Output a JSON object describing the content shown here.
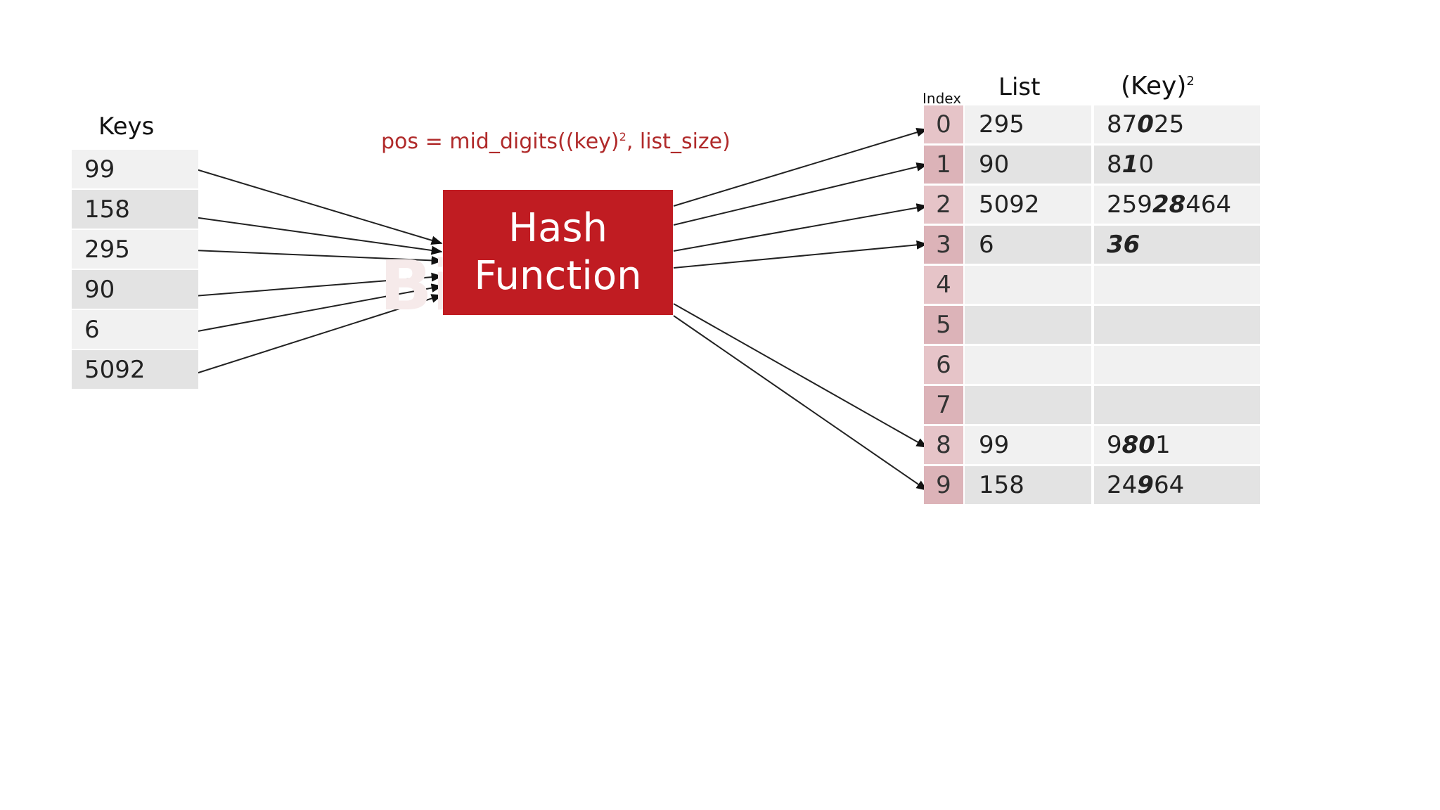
{
  "keys": {
    "heading": "Keys",
    "items": [
      "99",
      "158",
      "295",
      "90",
      "6",
      "5092"
    ]
  },
  "formula": {
    "prefix": "pos = mid_digits((key)",
    "exp": "2",
    "suffix": ", list_size)"
  },
  "hash_function": {
    "line1": "Hash",
    "line2": "Function"
  },
  "watermark": "BitHub",
  "table": {
    "index_header": "Index",
    "list_header": "List",
    "square_header": "(Key)",
    "square_header_exp": "2",
    "rows": [
      {
        "index": "0",
        "key": "295",
        "sq_pre": "87",
        "sq_mid": "0",
        "sq_post": "25"
      },
      {
        "index": "1",
        "key": "90",
        "sq_pre": "8",
        "sq_mid": "1",
        "sq_post": "0"
      },
      {
        "index": "2",
        "key": "5092",
        "sq_pre": "259",
        "sq_mid": "28",
        "sq_post": "464"
      },
      {
        "index": "3",
        "key": "6",
        "sq_pre": "",
        "sq_mid": "36",
        "sq_post": ""
      },
      {
        "index": "4",
        "key": "",
        "sq_pre": "",
        "sq_mid": "",
        "sq_post": ""
      },
      {
        "index": "5",
        "key": "",
        "sq_pre": "",
        "sq_mid": "",
        "sq_post": ""
      },
      {
        "index": "6",
        "key": "",
        "sq_pre": "",
        "sq_mid": "",
        "sq_post": ""
      },
      {
        "index": "7",
        "key": "",
        "sq_pre": "",
        "sq_mid": "",
        "sq_post": ""
      },
      {
        "index": "8",
        "key": "99",
        "sq_pre": "9",
        "sq_mid": "80",
        "sq_post": "1"
      },
      {
        "index": "9",
        "key": "158",
        "sq_pre": "24",
        "sq_mid": "9",
        "sq_post": "64"
      }
    ]
  }
}
